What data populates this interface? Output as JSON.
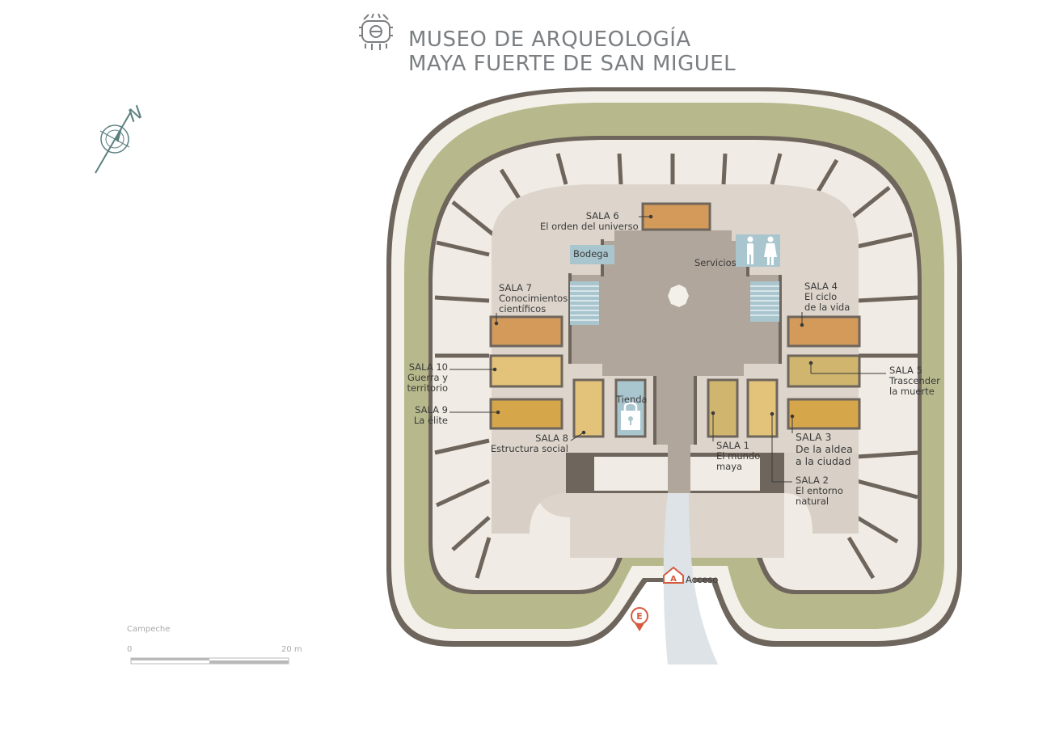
{
  "title": {
    "line1": "MUSEO DE ARQUEOLOGÍA",
    "line2": "MAYA FUERTE DE SAN MIGUEL"
  },
  "logo_icon": "maya-glyph-icon",
  "north": {
    "label": "N",
    "icon": "compass-rose-icon"
  },
  "rooms": {
    "sala6": {
      "line1": "SALA 6",
      "line2": "El orden del universo"
    },
    "bodega": "Bodega",
    "servicios": "Servicios",
    "sala7": {
      "line1": "SALA 7",
      "line2": "Conocimientos",
      "line3": "científicos"
    },
    "sala4": {
      "line1": "SALA 4",
      "line2": "El ciclo",
      "line3": "de la vida"
    },
    "sala10": {
      "line1": "SALA 10",
      "line2": "Guerra y",
      "line3": "territorio"
    },
    "sala5": {
      "line1": "SALA 5",
      "line2": "Trascender",
      "line3": "la muerte"
    },
    "tienda": "Tienda",
    "sala9": {
      "line1": "SALA 9",
      "line2": "La élite"
    },
    "sala8": {
      "line1": "SALA 8",
      "line2": "Estructura social"
    },
    "sala1": {
      "line1": "SALA 1",
      "line2": "El mundo",
      "line3": "maya"
    },
    "sala3": {
      "line1": "SALA 3",
      "line2": "De la aldea",
      "line3": "a la ciudad"
    },
    "sala2": {
      "line1": "SALA 2",
      "line2": "El entorno",
      "line3": "natural"
    }
  },
  "access": {
    "marker": "A",
    "label": "Acceso"
  },
  "parking_marker": "E",
  "scale": {
    "city": "Campeche",
    "start": "0",
    "end": "20 m"
  },
  "colors": {
    "moat": "#b7b98c",
    "wall": "#f0ebe4",
    "wall_outline": "#6e655c",
    "courtyard": "#d8d0c6",
    "central_hall": "#b0a69c",
    "room_orange": "#d39a5a",
    "room_yellow": "#e3c37a",
    "room_gold": "#d6a74a",
    "room_tan": "#cfb56e",
    "service_blue": "#a9c6cf",
    "marker_red": "#d65a3e",
    "path": "#dde3e6"
  }
}
